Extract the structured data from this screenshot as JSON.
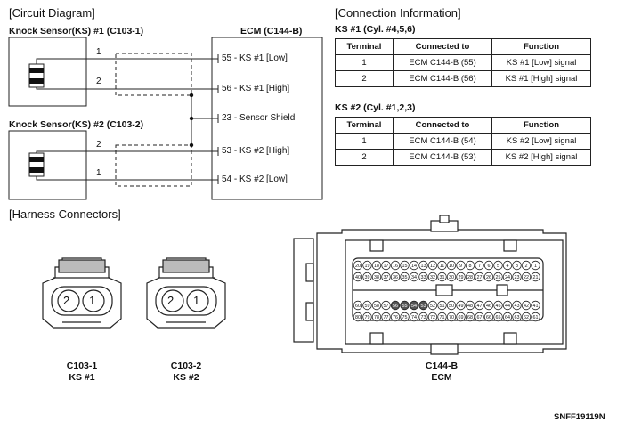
{
  "circuit": {
    "heading": "[Circuit Diagram]",
    "ks1_label": "Knock Sensor(KS) #1 (C103-1)",
    "ks2_label": "Knock Sensor(KS) #2 (C103-2)",
    "ecm_label": "ECM (C144-B)",
    "ks1_wire_top": "1",
    "ks1_wire_bottom": "2",
    "ks2_wire_top": "2",
    "ks2_wire_bottom": "1",
    "pins": [
      "55 - KS #1 [Low]",
      "56 - KS #1 [High]",
      "23 - Sensor Shield",
      "53 - KS #2 [High]",
      "54 - KS #2 [Low]"
    ]
  },
  "connection": {
    "heading": "[Connection Information]",
    "ks1": {
      "title": "KS #1 (Cyl. #4,5,6)",
      "headers": [
        "Terminal",
        "Connected to",
        "Function"
      ],
      "rows": [
        [
          "1",
          "ECM C144-B (55)",
          "KS #1 [Low] signal"
        ],
        [
          "2",
          "ECM C144-B (56)",
          "KS #1 [High] signal"
        ]
      ]
    },
    "ks2": {
      "title": "KS #2 (Cyl. #1,2,3)",
      "headers": [
        "Terminal",
        "Connected to",
        "Function"
      ],
      "rows": [
        [
          "1",
          "ECM C144-B (54)",
          "KS #2 [Low] signal"
        ],
        [
          "2",
          "ECM C144-B (53)",
          "KS #2 [High] signal"
        ]
      ]
    }
  },
  "harness": {
    "heading": "[Harness Connectors]",
    "c1031_id": "C103-1",
    "c1031_name": "KS #1",
    "c1032_id": "C103-2",
    "c1032_name": "KS #2",
    "ecm_id": "C144-B",
    "ecm_name": "ECM",
    "plug_pin_2": "2",
    "plug_pin_1": "1",
    "ecm_row1": [
      "20",
      "19",
      "18",
      "17",
      "16",
      "15",
      "14",
      "13",
      "12",
      "11",
      "10",
      "9",
      "8",
      "7",
      "6",
      "5",
      "4",
      "3",
      "2",
      "1"
    ],
    "ecm_row2": [
      "40",
      "39",
      "38",
      "37",
      "36",
      "35",
      "34",
      "33",
      "32",
      "31",
      "30",
      "29",
      "28",
      "27",
      "26",
      "25",
      "24",
      "23",
      "22",
      "21"
    ],
    "ecm_row3": [
      "60",
      "59",
      "58",
      "57",
      "56",
      "55",
      "54",
      "53",
      "52",
      "51",
      "50",
      "49",
      "48",
      "47",
      "46",
      "45",
      "44",
      "43",
      "42",
      "41"
    ],
    "ecm_row4": [
      "80",
      "79",
      "78",
      "77",
      "76",
      "75",
      "74",
      "73",
      "72",
      "71",
      "70",
      "69",
      "68",
      "67",
      "66",
      "65",
      "64",
      "63",
      "62",
      "61"
    ],
    "highlighted_pins": [
      "56",
      "55",
      "54",
      "53"
    ]
  },
  "footer_code": "SNFF19119N"
}
